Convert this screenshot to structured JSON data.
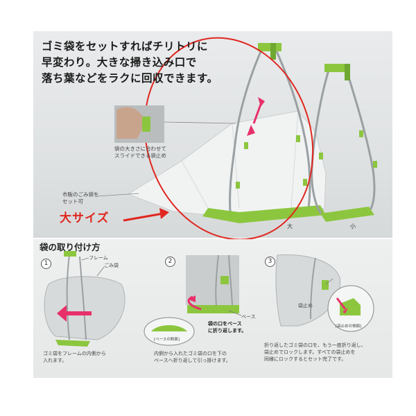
{
  "headline": {
    "line1": "ゴミ袋をセットすればチリトリに",
    "line2": "早変わり。大きな掃き込み口で",
    "line3": "落ち葉などをラクに回収できます。"
  },
  "captions": {
    "slide_line1": "袋の大きさに合わせて",
    "slide_line2": "スライドできる袋止め",
    "bag_line1": "市販のごみ袋を",
    "bag_line2": "セット可",
    "size_large": "大",
    "size_small": "小"
  },
  "big_size_label": "大サイズ",
  "howto_title": "袋の取り付け方",
  "steps": [
    {
      "number": "1",
      "labels": {
        "frame": "フレーム",
        "bag": "ごみ袋"
      },
      "text_line1": "ゴミ袋をフレームの内側から",
      "text_line2": "入れます。"
    },
    {
      "number": "2",
      "labels": {
        "base": "ベース",
        "base_section": "[ベースの断面]",
        "fold_line1": "袋の口をベース",
        "fold_line2": "に折り返します。"
      },
      "text_line1": "内側から入れたゴミ袋の口を下の",
      "text_line2": "ベースへ折り返して引っ掛けます。"
    },
    {
      "number": "3",
      "labels": {
        "stopper": "袋止め",
        "stopper_side": "[袋止めの側面]"
      },
      "text_line1": "折り返したゴミ袋の口を、もう一度折り返し、",
      "text_line2": "袋止めでロックします。すべての袋止めを",
      "text_line3": "同様にロックするとセット完了です。"
    }
  ],
  "colors": {
    "accent_green": "#8cc63f",
    "dark_green": "#5a9a2a",
    "accent_red": "#e0261f",
    "pink_arrow": "#e8306a"
  }
}
